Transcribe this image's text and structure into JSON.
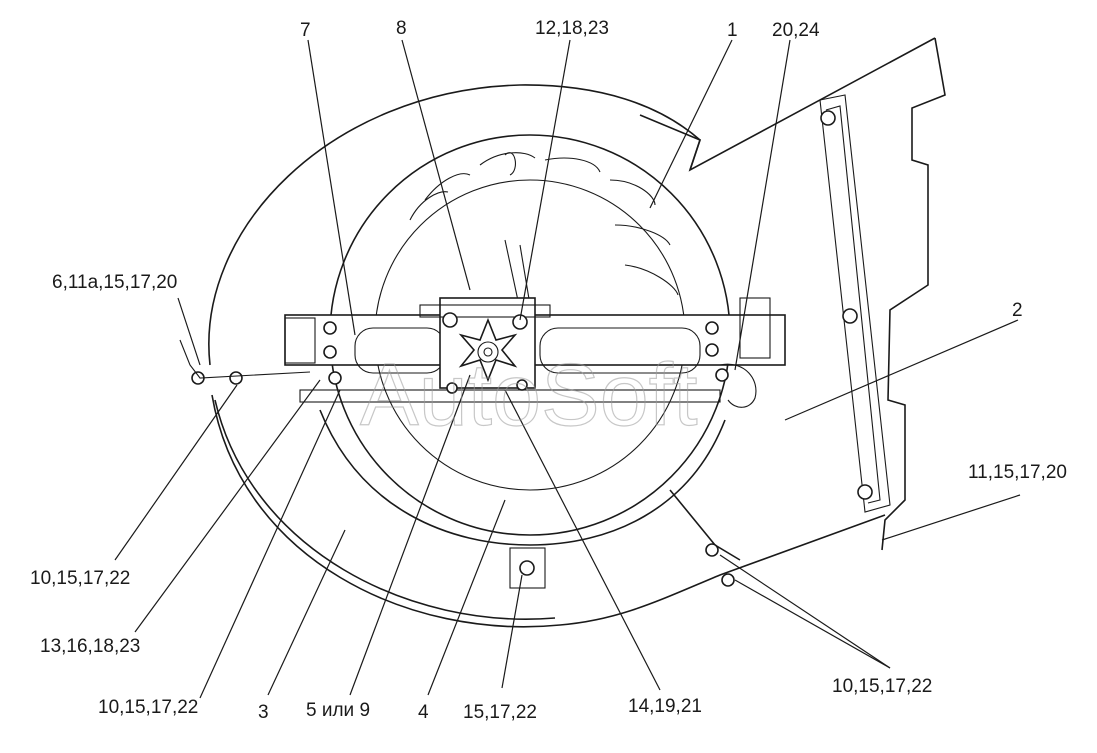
{
  "watermark": "AutoSoft",
  "callouts": [
    {
      "id": "c1",
      "text": "1"
    },
    {
      "id": "c2",
      "text": "2"
    },
    {
      "id": "c3",
      "text": "3"
    },
    {
      "id": "c4",
      "text": "4"
    },
    {
      "id": "c5",
      "text": "5 или 9"
    },
    {
      "id": "c6",
      "text": "6,11а,15,17,20"
    },
    {
      "id": "c7",
      "text": "7"
    },
    {
      "id": "c8",
      "text": "8"
    },
    {
      "id": "c9",
      "text": "10,15,17,22"
    },
    {
      "id": "c10",
      "text": "10,15,17,22"
    },
    {
      "id": "c11",
      "text": "10,15,17,22"
    },
    {
      "id": "c12",
      "text": "11,15,17,20"
    },
    {
      "id": "c13",
      "text": "12,18,23"
    },
    {
      "id": "c14",
      "text": "13,16,18,23"
    },
    {
      "id": "c15",
      "text": "14,19,21"
    },
    {
      "id": "c16",
      "text": "15,17,22"
    },
    {
      "id": "c17",
      "text": "20,24"
    }
  ]
}
